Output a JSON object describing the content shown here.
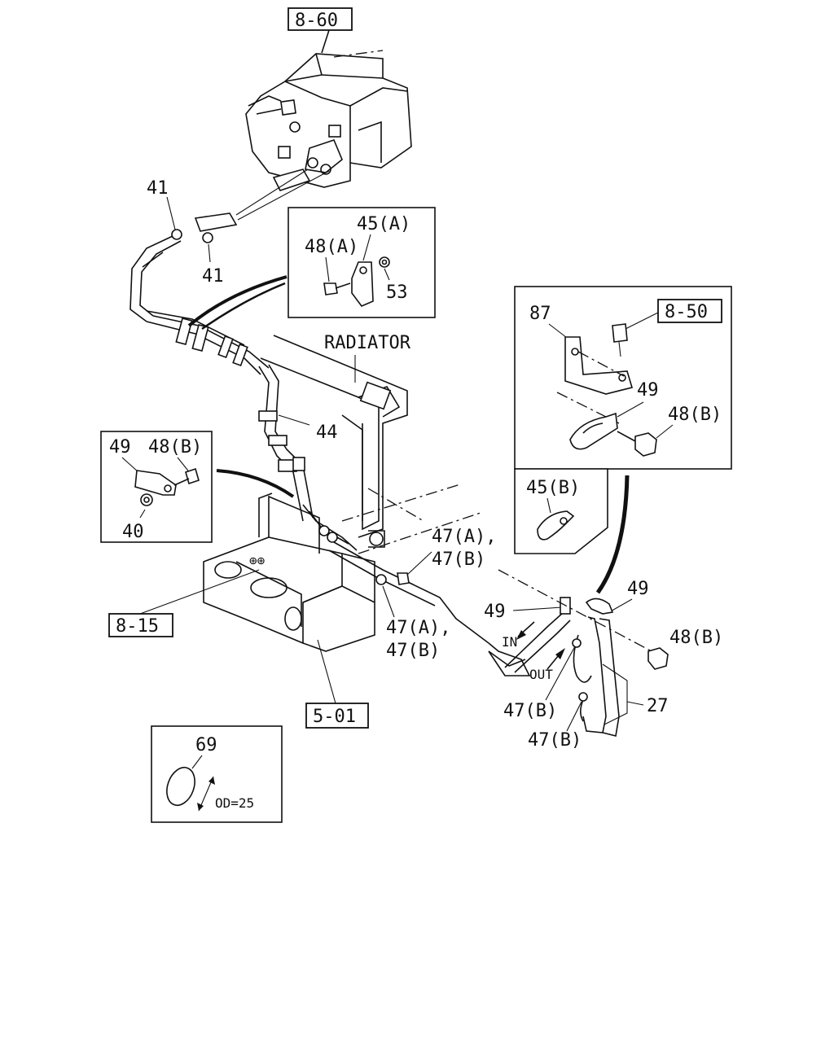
{
  "references": {
    "ref_8_60": "8-60",
    "ref_8_50": "8-50",
    "ref_8_15": "8-15",
    "ref_5_01": "5-01"
  },
  "labels": {
    "radiator": "RADIATOR",
    "in": "IN",
    "out": "OUT",
    "od": "OD=25"
  },
  "callouts": {
    "p41_top": "41",
    "p41_bottom": "41",
    "p44": "44",
    "p45a": "45(A)",
    "p48a": "48(A)",
    "p53": "53",
    "p49_inset_left": "49",
    "p48b_inset_left": "48(B)",
    "p40": "40",
    "p87": "87",
    "p49_inset_right": "49",
    "p48b_inset_right": "48(B)",
    "p45b": "45(B)",
    "p47ab_upper_1": "47(A),",
    "p47ab_upper_2": "47(B)",
    "p47ab_lower_1": "47(A),",
    "p47ab_lower_2": "47(B)",
    "p49_main": "49",
    "p49_bracket": "49",
    "p48b_main": "48(B)",
    "p47b_1": "47(B)",
    "p47b_2": "47(B)",
    "p27": "27",
    "p69": "69"
  }
}
